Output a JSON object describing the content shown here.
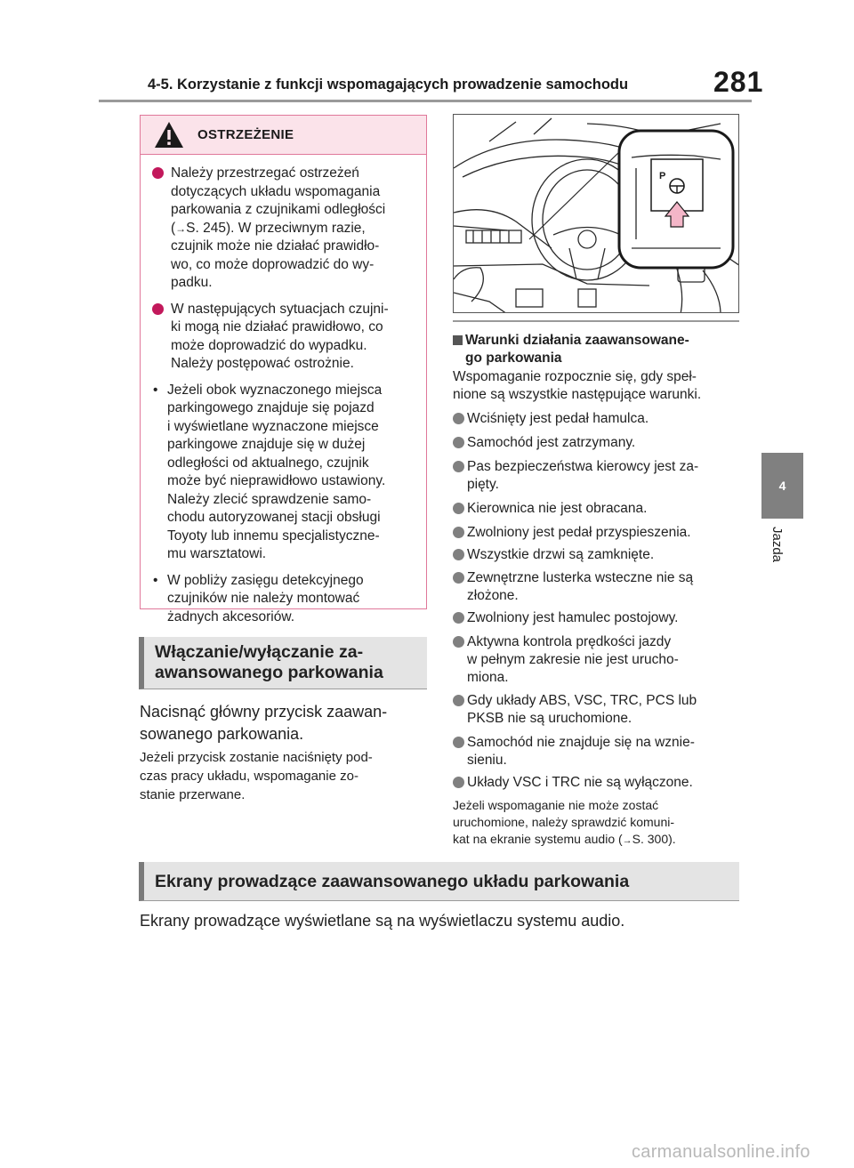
{
  "header": {
    "title": "4-5. Korzystanie z funkcji wspomagających prowadzenie samochodu",
    "page_number": "281"
  },
  "side_tab": {
    "number": "4",
    "label": "Jazda"
  },
  "warning": {
    "title": "OSTRZEŻENIE",
    "bullets": [
      {
        "l1": "Należy przestrzegać ostrzeżeń",
        "l2": "dotyczących układu wspomagania",
        "l3": "parkowania z czujnikami odległości",
        "l4a": "(",
        "arrow": "→",
        "l4b": "S. 245). W przeciwnym razie,",
        "l5": "czujnik może nie działać prawidło-",
        "l6": "wo, co może doprowadzić do wy-",
        "l7": "padku."
      },
      {
        "l1": "W następujących sytuacjach czujni-",
        "l2": "ki mogą nie działać prawidłowo, co",
        "l3": "może doprowadzić do wypadku.",
        "l4": "Należy postępować ostrożnie."
      }
    ],
    "subitems": [
      {
        "bullet": "•",
        "lines": [
          "Jeżeli obok wyznaczonego miejsca",
          "parkingowego znajduje się pojazd",
          "i wyświetlane wyznaczone miejsce",
          "parkingowe znajduje się w dużej",
          "odległości od aktualnego, czujnik",
          "może być nieprawidłowo ustawiony.",
          "Należy zlecić sprawdzenie samo-",
          "chodu autoryzowanej stacji obsługi",
          "Toyoty lub innemu specjalistyczne-",
          "mu warsztatowi."
        ]
      },
      {
        "bullet": "•",
        "lines": [
          "W pobliży zasięgu detekcyjnego",
          "czujników nie należy montować",
          "żadnych akcesoriów."
        ]
      }
    ]
  },
  "section1": {
    "heading_l1": "Włączanie/wyłączanie za-",
    "heading_l2": "awansowanego parkowania",
    "main_l1": "Nacisnąć główny przycisk zaawan-",
    "main_l2": "sowanego parkowania.",
    "note_l1": "Jeżeli przycisk zostanie naciśnięty pod-",
    "note_l2": "czas pracy układu, wspomaganie zo-",
    "note_l3": "stanie przerwane."
  },
  "illustration": {
    "icon_letter": "P"
  },
  "conditions": {
    "heading_l1": "Warunki działania zaawansowane-",
    "heading_l2": "go parkowania",
    "intro_l1": "Wspomaganie rozpocznie się, gdy speł-",
    "intro_l2": "nione są wszystkie następujące warunki.",
    "items": [
      {
        "l1": "Wciśnięty jest pedał hamulca."
      },
      {
        "l1": "Samochód jest zatrzymany."
      },
      {
        "l1": "Pas bezpieczeństwa kierowcy jest za-",
        "l2": "pięty."
      },
      {
        "l1": "Kierownica nie jest obracana."
      },
      {
        "l1": "Zwolniony jest pedał przyspieszenia."
      },
      {
        "l1": "Wszystkie drzwi są zamknięte."
      },
      {
        "l1": "Zewnętrzne lusterka wsteczne nie są",
        "l2": "złożone."
      },
      {
        "l1": "Zwolniony jest hamulec postojowy."
      },
      {
        "l1": "Aktywna kontrola prędkości jazdy",
        "l2": "w pełnym zakresie nie jest urucho-",
        "l3": "miona."
      },
      {
        "l1": "Gdy układy ABS, VSC, TRC, PCS lub",
        "l2": "PKSB nie są uruchomione."
      },
      {
        "l1": "Samochód nie znajduje się na wznie-",
        "l2": "sieniu."
      },
      {
        "l1": "Układy VSC i TRC nie są wyłączone."
      }
    ],
    "note_l1": "Jeżeli wspomaganie nie może zostać",
    "note_l2": "uruchomione, należy sprawdzić komuni-",
    "note_l3a": "kat na ekranie systemu audio (",
    "note_arrow": "→",
    "note_l3b": "S. 300)."
  },
  "section2": {
    "heading": "Ekrany prowadzące zaawansowanego układu parkowania",
    "text": "Ekrany prowadzące wyświetlane są na wyświetlaczu systemu audio."
  },
  "watermark": "carmanualsonline.info"
}
